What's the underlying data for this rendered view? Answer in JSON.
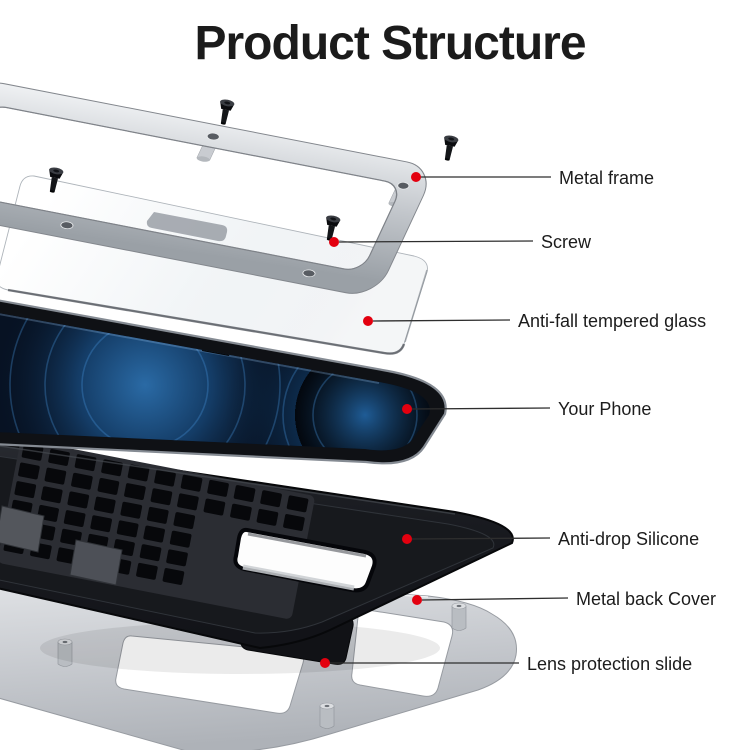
{
  "title": "Product Structure",
  "colors": {
    "accent_red": "#e3000f",
    "leader_line": "#2e2e2e",
    "label_text": "#1c1c1c",
    "title_text": "#1b1b1b",
    "metal_silver": "#c6c9ce",
    "case_black": "#1b1d22",
    "glass_white": "#f6f8fa",
    "phone_screen_blue": "#1e4d7d"
  },
  "callouts": [
    {
      "id": "metal-frame",
      "label": "Metal frame"
    },
    {
      "id": "screw",
      "label": "Screw"
    },
    {
      "id": "tempered-glass",
      "label": "Anti-fall tempered glass"
    },
    {
      "id": "your-phone",
      "label": "Your Phone"
    },
    {
      "id": "anti-drop-silicone",
      "label": "Anti-drop Silicone"
    },
    {
      "id": "metal-back-cover",
      "label": "Metal back Cover"
    },
    {
      "id": "lens-protection-slide",
      "label": "Lens protection slide"
    }
  ]
}
